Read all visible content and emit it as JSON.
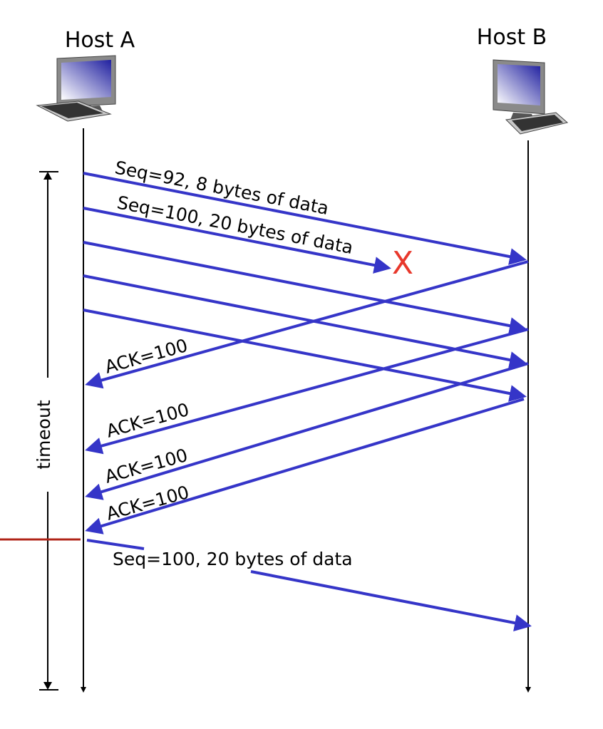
{
  "hosts": {
    "a": "Host A",
    "b": "Host B"
  },
  "timer_label": "timeout",
  "segments": [
    {
      "label": "Seq=92, 8 bytes of data",
      "status": "delivered"
    },
    {
      "label": "Seq=100, 20 bytes of data",
      "status": "lost"
    },
    {
      "label": "",
      "status": "delivered"
    },
    {
      "label": "",
      "status": "delivered"
    },
    {
      "label": "",
      "status": "delivered"
    }
  ],
  "loss_marker": "X",
  "acks": [
    "ACK=100",
    "ACK=100",
    "ACK=100",
    "ACK=100"
  ],
  "retransmission": "Seq=100, 20 bytes of data",
  "colors": {
    "message": "#3535c8",
    "loss": "#e8382c",
    "timeout_line": "#b02418"
  }
}
